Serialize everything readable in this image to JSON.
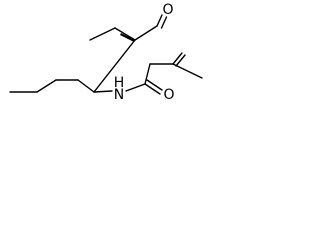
{
  "molecule": {
    "atoms": [
      {
        "id": "O1",
        "element": "O",
        "label": "O"
      },
      {
        "id": "N1",
        "element": "N",
        "label": "H\nN"
      },
      {
        "id": "O2",
        "element": "O",
        "label": "O"
      }
    ],
    "colors": {
      "bond": "#000000",
      "label": "#000000",
      "background": "#ffffff"
    }
  }
}
